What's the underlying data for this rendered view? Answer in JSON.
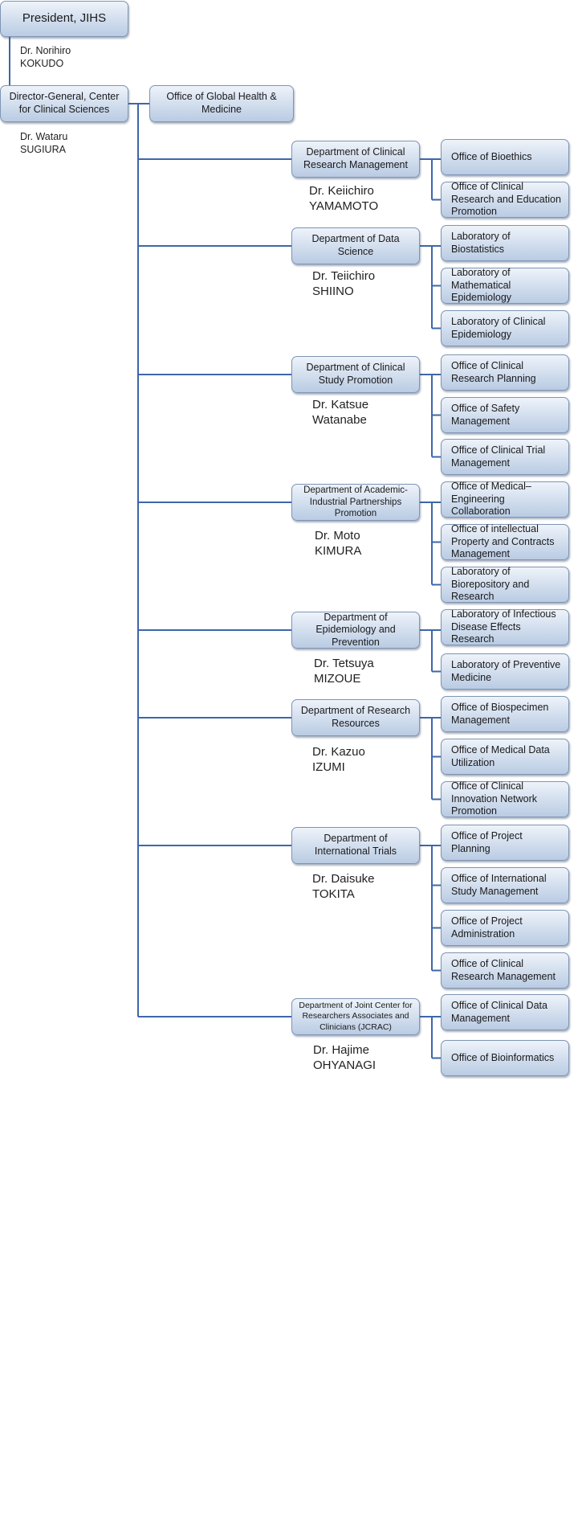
{
  "president": {
    "label": "President, JIHS",
    "name1": "Dr. Norihiro",
    "name2": "KOKUDO"
  },
  "director": {
    "label": "Director-General, Center for Clinical Sciences",
    "name1": "Dr. Wataru",
    "name2": "SUGIURA"
  },
  "global_office": {
    "label": "Office of Global Health & Medicine"
  },
  "departments": [
    {
      "label": "Department of Clinical Research Management",
      "head1": "Dr. Keiichiro",
      "head2": "YAMAMOTO",
      "units": [
        "Office of Bioethics",
        "Office of Clinical Research and Education Promotion"
      ]
    },
    {
      "label": "Department of Data Science",
      "head1": "Dr. Teiichiro",
      "head2": "SHIINO",
      "units": [
        "Laboratory of Biostatistics",
        "Laboratory of Mathematical Epidemiology",
        "Laboratory of Clinical Epidemiology"
      ]
    },
    {
      "label": "Department of Clinical Study Promotion",
      "head1": "Dr. Katsue",
      "head2": "Watanabe",
      "units": [
        "Office of Clinical Research Planning",
        "Office of Safety Management",
        "Office of Clinical Trial Management"
      ]
    },
    {
      "label": "Department of Academic-Industrial Partnerships Promotion",
      "head1": "Dr.  Moto",
      "head2": "KIMURA",
      "units": [
        "Office of Medical–Engineering Collaboration",
        "Office of intellectual Property and Contracts Management",
        "Laboratory of Biorepository and Research"
      ]
    },
    {
      "label": "Department of Epidemiology and Prevention",
      "head1": "Dr.  Tetsuya",
      "head2": "MIZOUE",
      "units": [
        "Laboratory of Infectious Disease Effects Research",
        "Laboratory of Preventive Medicine"
      ]
    },
    {
      "label": "Department of Research Resources",
      "head1": "Dr.  Kazuo",
      "head2": "IZUMI",
      "units": [
        "Office of Biospecimen Management",
        "Office of Medical Data Utilization",
        "Office of Clinical Innovation Network Promotion"
      ]
    },
    {
      "label": "Department of International Trials",
      "head1": "Dr. Daisuke",
      "head2": "TOKITA",
      "units": [
        "Office of Project Planning",
        "Office of International Study Management",
        "Office of Project Administration",
        "Office of Clinical Research Management"
      ]
    },
    {
      "label": "Department of Joint Center for Researchers Associates and Clinicians (JCRAC)",
      "head1": "Dr.  Hajime",
      "head2": "OHYANAGI",
      "units": [
        "Office of Clinical Data Management",
        "Office of Bioinformatics"
      ]
    }
  ]
}
